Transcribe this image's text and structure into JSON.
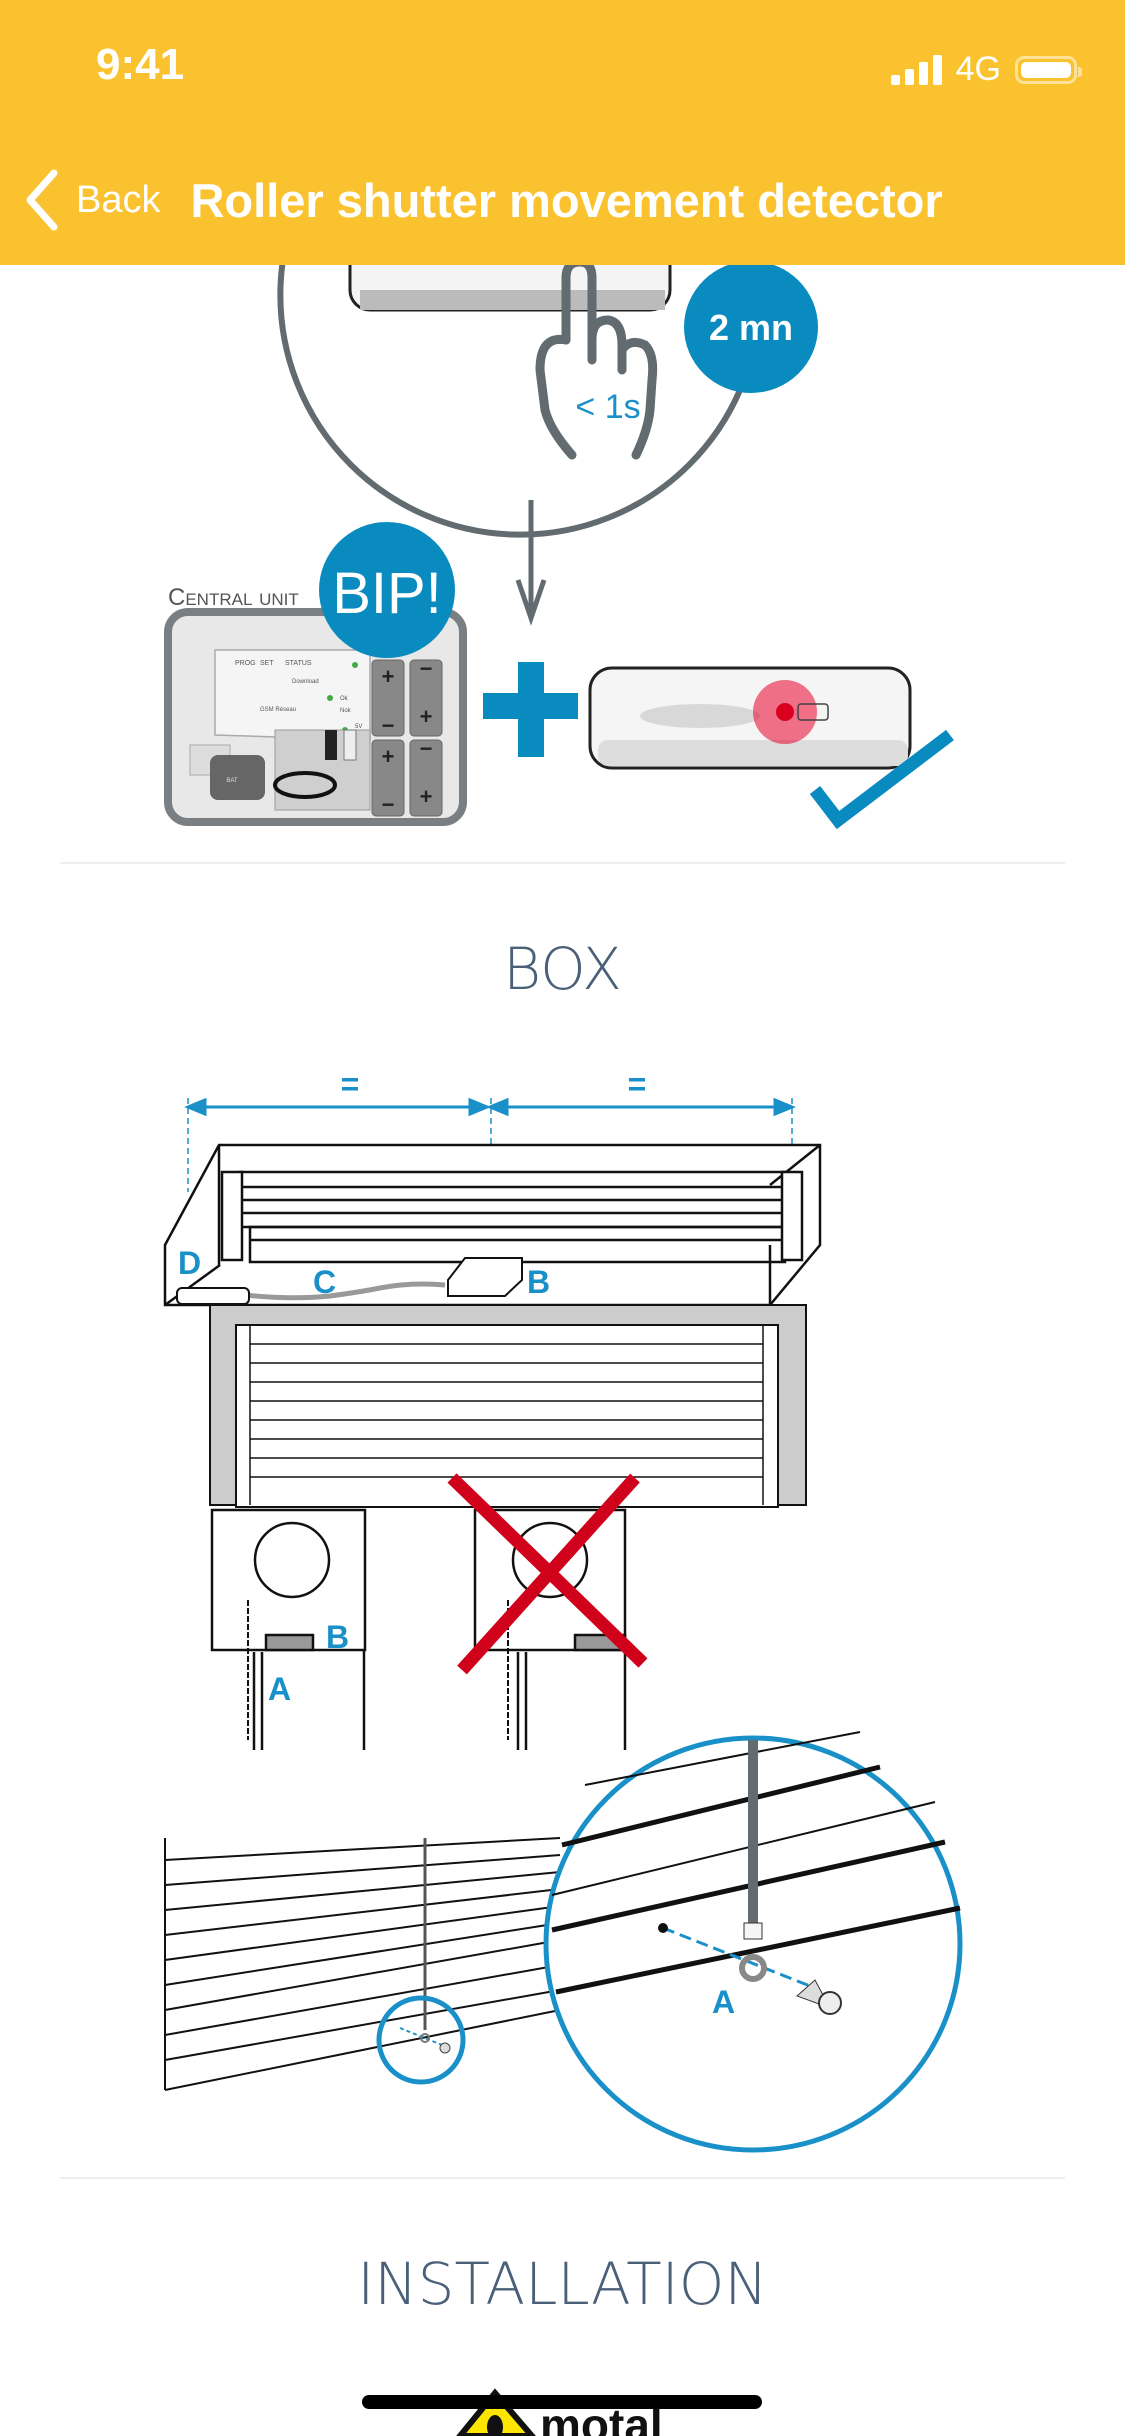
{
  "status_bar": {
    "time": "9:41",
    "network": "4G",
    "battery_level_percent": 100,
    "signal_bars": 4
  },
  "nav": {
    "back_label": "Back",
    "title": "Roller shutter movement detector"
  },
  "colors": {
    "header": "#F9C22E",
    "accent_blue": "#0A8BC0",
    "section_title": "#4A5F78",
    "warning_red": "#D0021B"
  },
  "pairing_diagram": {
    "timer_badge": "2 mn",
    "press_duration": "< 1s",
    "central_unit_label": "Central unit",
    "beep_badge": "BIP!",
    "panel_labels": [
      "PROG",
      "SET",
      "STATUS",
      "Download",
      "Ok",
      "Nok",
      "GSM Réseau",
      "5V",
      "BAT"
    ]
  },
  "sections": [
    {
      "title": "BOX",
      "figure_labels": {
        "equal_left": "=",
        "equal_right": "=",
        "d": "D",
        "c": "C",
        "b": "B",
        "a": "A",
        "b2": "B",
        "a2": "A"
      }
    },
    {
      "title": "INSTALLATION"
    }
  ],
  "footer_logo": {
    "text": "motal"
  }
}
